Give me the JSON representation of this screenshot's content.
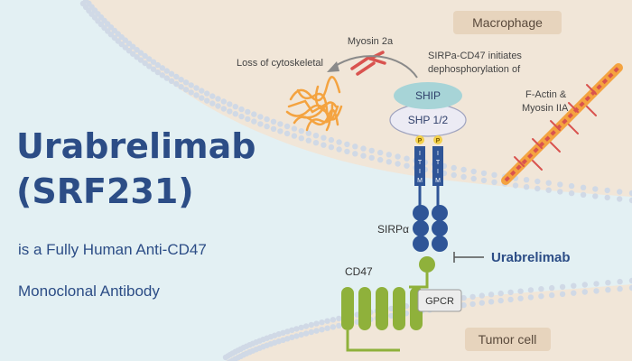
{
  "title": {
    "line1": "Urabrelimab",
    "line2": "(SRF231)"
  },
  "subtitle": {
    "line1": "is a Fully Human Anti-CD47",
    "line2": "Monoclonal Antibody"
  },
  "diagram": {
    "macrophage_label": "Macrophage",
    "tumor_cell_label": "Tumor cell",
    "myosin_label": "Myosin 2a",
    "cytoskeletal_label": "Loss of cytoskeletal",
    "sirpa_cd47_line1": "SIRPa-CD47 initiates",
    "sirpa_cd47_line2": "dephosphorylation of",
    "ship_label": "SHIP",
    "shp_label": "SHP 1/2",
    "factin_line1": "F-Actin &",
    "factin_line2": "Myosin IIA",
    "phospho_label": "P",
    "itim_letters": [
      "I",
      "T",
      "I",
      "M"
    ],
    "sirpa_label": "SIRPα",
    "urabrelimab_label": "Urabrelimab",
    "cd47_label": "CD47",
    "gpcr_label": "GPCR"
  },
  "colors": {
    "title": "#2c4d86",
    "receptor_blue": "#2f5597",
    "cd47_green": "#8fb13b",
    "ship_teal": "#a7d4d7",
    "shp_lavender": "#ecebf4",
    "phospho_yellow": "#f2d04a",
    "macrophage_bg": "#f1e6d8",
    "tumor_bg": "#f1e6d8",
    "outside_bg": "#e3f0f3",
    "membrane_dot": "#d0d9e6",
    "myosin_red": "#d9534f",
    "actin_orange": "#f4a340"
  }
}
